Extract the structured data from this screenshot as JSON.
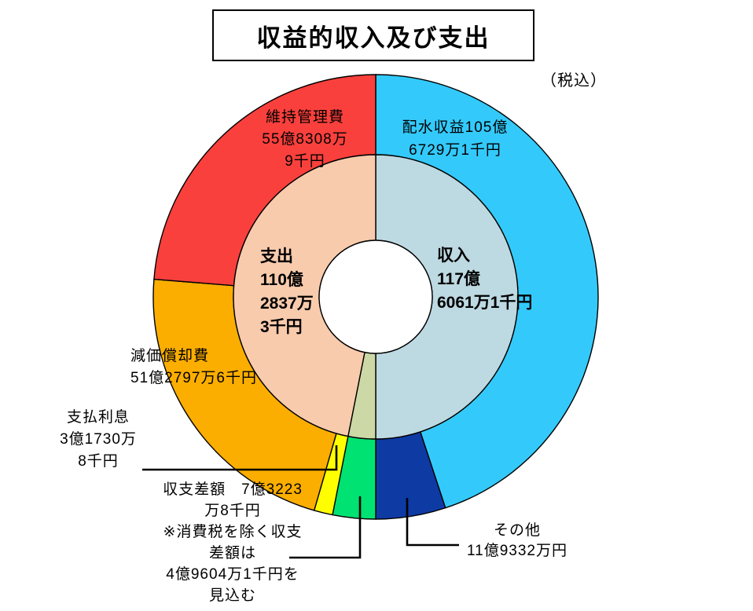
{
  "title": "収益的収入及び支出",
  "tax_note": "（税込）",
  "chart_data": {
    "type": "pie",
    "subtype": "two-ring-donut",
    "title": "収益的収入及び支出",
    "tax_note": "（税込）",
    "unit": "円",
    "total_oku": 235.21222,
    "legend_position": "none",
    "outer_ring": [
      {
        "key": "haisui-shueki",
        "name": "配水収益",
        "amount_text": "105億6729万1千円",
        "value_oku": 105.67291,
        "color": "#33CAFB"
      },
      {
        "key": "sonota",
        "name": "その他",
        "amount_text": "11億9332万円",
        "value_oku": 11.9332,
        "color": "#0E3AA4"
      },
      {
        "key": "shushi-sagaku",
        "name": "収支差額",
        "amount_text": "7億3223万8千円",
        "value_oku": 7.32238,
        "color": "#00E272"
      },
      {
        "key": "shiharai-risoku",
        "name": "支払利息",
        "amount_text": "3億1730万8千円",
        "value_oku": 3.17308,
        "color": "#FFFF00"
      },
      {
        "key": "genka-shokyakuhi",
        "name": "減価償却費",
        "amount_text": "51億2797万6千円",
        "value_oku": 51.27976,
        "color": "#FBAE00"
      },
      {
        "key": "iji-kanrihi",
        "name": "維持管理費",
        "amount_text": "55億8308万9千円",
        "value_oku": 55.83089,
        "color": "#FA403C"
      }
    ],
    "inner_ring": [
      {
        "key": "shunyu",
        "name": "収入",
        "amount_text": "117億6061万1千円",
        "value_oku": 117.60611,
        "color": "#BDD9E2"
      },
      {
        "key": "shushi-sagaku-uchi",
        "name": "収支差額(内輪)",
        "amount_text": "7億3223万8千円",
        "value_oku": 7.32238,
        "color": "#CCD8A6"
      },
      {
        "key": "shishutsu",
        "name": "支出",
        "amount_text": "110億2837万3千円",
        "value_oku": 110.28373,
        "color": "#F8CBAD"
      }
    ],
    "footnote": "※消費税を除く収支差額は4億9604万1千円を見込む"
  },
  "labels": {
    "ijikanrihi": {
      "lines": [
        "維持管理費",
        "55億8308万",
        "9千円"
      ]
    },
    "haisui": {
      "lines": [
        "配水収益105億",
        "6729万1千円"
      ]
    },
    "shunyu": {
      "lines": [
        "収入",
        "117億",
        "6061万1千円"
      ]
    },
    "shishutsu": {
      "lines": [
        "支出",
        "110億",
        "2837万",
        "3千円"
      ]
    },
    "genka": {
      "lines": [
        "減価償却費",
        "51億2797万6千円"
      ]
    },
    "shiharai": {
      "lines": [
        "支払利息",
        "3億1730万",
        "8千円"
      ]
    },
    "shushi_note": {
      "lines": [
        "収支差額　7億3223",
        "万8千円",
        "※消費税を除く収支",
        "差額は",
        "4億9604万1千円を",
        "見込む"
      ]
    },
    "sonota": {
      "lines": [
        "その他",
        "11億9332万円"
      ]
    }
  }
}
